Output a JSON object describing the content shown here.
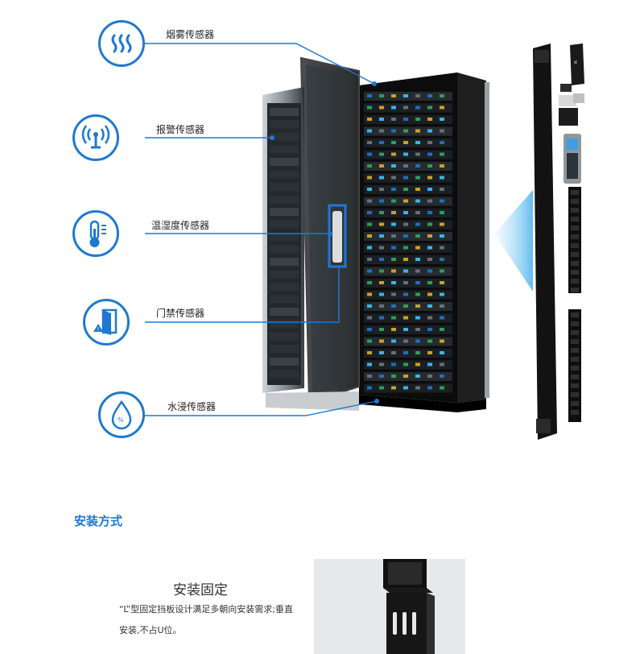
{
  "sensors": [
    {
      "label": "烟雾传感器",
      "icon": "smoke-icon"
    },
    {
      "label": "报警传感器",
      "icon": "alarm-antenna-icon"
    },
    {
      "label": "温湿度传感器",
      "icon": "thermometer-icon"
    },
    {
      "label": "门禁传感器",
      "icon": "door-icon"
    },
    {
      "label": "水浸传感器",
      "icon": "water-drop-icon"
    }
  ],
  "section": {
    "title": "安装方式"
  },
  "install": {
    "title": "安装固定",
    "description": "“L”型固定挡板设计满足多朝向安装需求;垂直安装,不占U位。"
  },
  "colors": {
    "accent": "#1f78d1",
    "cabinet": "#141414",
    "glow": "#8fd0f5"
  }
}
